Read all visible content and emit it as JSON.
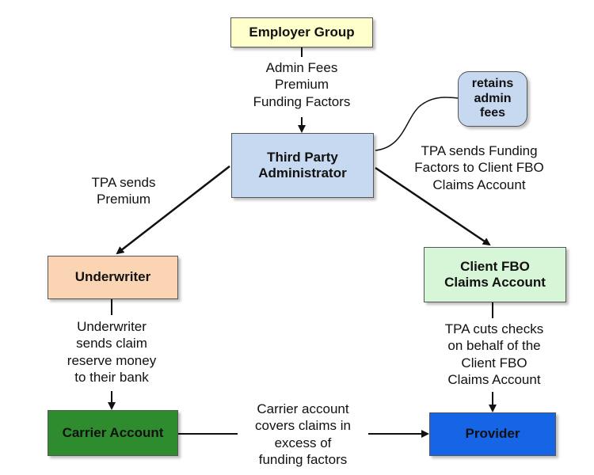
{
  "nodes": {
    "employer": "Employer Group",
    "tpa": "Third Party\nAdministrator",
    "underwriter": "Underwriter",
    "client_fbo": "Client FBO\nClaims Account",
    "carrier": "Carrier Account",
    "provider": "Provider",
    "retains": "retains\nadmin\nfees"
  },
  "labels": {
    "employer_to_tpa": "Admin Fees\nPremium\nFunding Factors",
    "tpa_to_underwriter": "TPA sends\nPremium",
    "tpa_to_client": "TPA sends Funding\nFactors to Client FBO\nClaims Account",
    "underwriter_to_carrier": "Underwriter\nsends claim\nreserve money\nto their bank",
    "client_to_provider": "TPA cuts checks\non behalf of the\nClient FBO\nClaims Account",
    "carrier_to_provider": "Carrier account\ncovers claims in\nexcess of\nfunding factors"
  },
  "colors": {
    "employer": "#ffffcc",
    "tpa": "#c6d9f1",
    "underwriter": "#fbd4b4",
    "client_fbo": "#d7f5d7",
    "carrier": "#2e8b2e",
    "provider": "#1565e6"
  }
}
